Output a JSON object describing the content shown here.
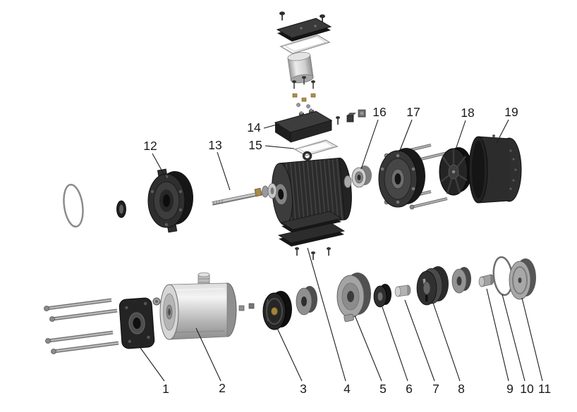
{
  "diagram": {
    "type": "exploded-view",
    "background_color": "#ffffff",
    "label_color": "#1a1a1a",
    "leader_line_color": "#1c1c1c",
    "labels": [
      {
        "text": "1"
      },
      {
        "text": "2"
      },
      {
        "text": "3"
      },
      {
        "text": "4"
      },
      {
        "text": "5"
      },
      {
        "text": "6"
      },
      {
        "text": "7"
      },
      {
        "text": "8"
      },
      {
        "text": "9"
      },
      {
        "text": "10"
      },
      {
        "text": "11"
      },
      {
        "text": "12"
      },
      {
        "text": "13"
      },
      {
        "text": "14"
      },
      {
        "text": "15"
      },
      {
        "text": "16"
      },
      {
        "text": "17"
      },
      {
        "text": "18"
      },
      {
        "text": "19"
      }
    ]
  }
}
